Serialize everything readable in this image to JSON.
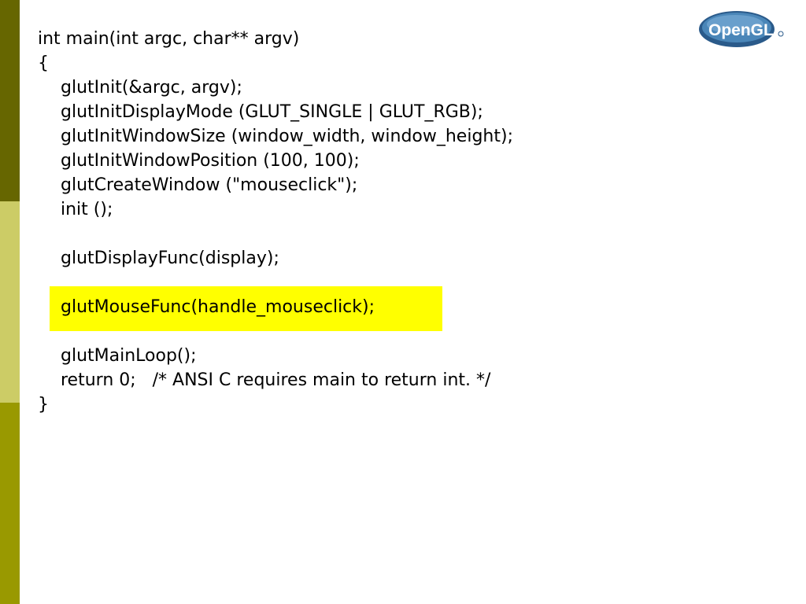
{
  "colors": {
    "sidebar_top": "#666600",
    "sidebar_middle": "#cccc66",
    "sidebar_bottom": "#999900",
    "highlight": "#ffff00"
  },
  "logo": {
    "icon": "opengl-logo",
    "text": "OpenGL"
  },
  "code": {
    "line1": "int main(int argc, char** argv)",
    "line2": "{",
    "line3": "glutInit(&argc, argv);",
    "line4": "glutInitDisplayMode (GLUT_SINGLE | GLUT_RGB);",
    "line5": "glutInitWindowSize (window_width, window_height);",
    "line6": "glutInitWindowPosition (100, 100);",
    "line7": "glutCreateWindow (\"mouseclick\");",
    "line8": "init ();",
    "line9": "",
    "line10": "glutDisplayFunc(display);",
    "line11": "",
    "line12": "glutMouseFunc(handle_mouseclick);",
    "line13": "",
    "line14": "glutMainLoop();",
    "line15": "return 0;   /* ANSI C requires main to return int. */",
    "line16": "}"
  }
}
